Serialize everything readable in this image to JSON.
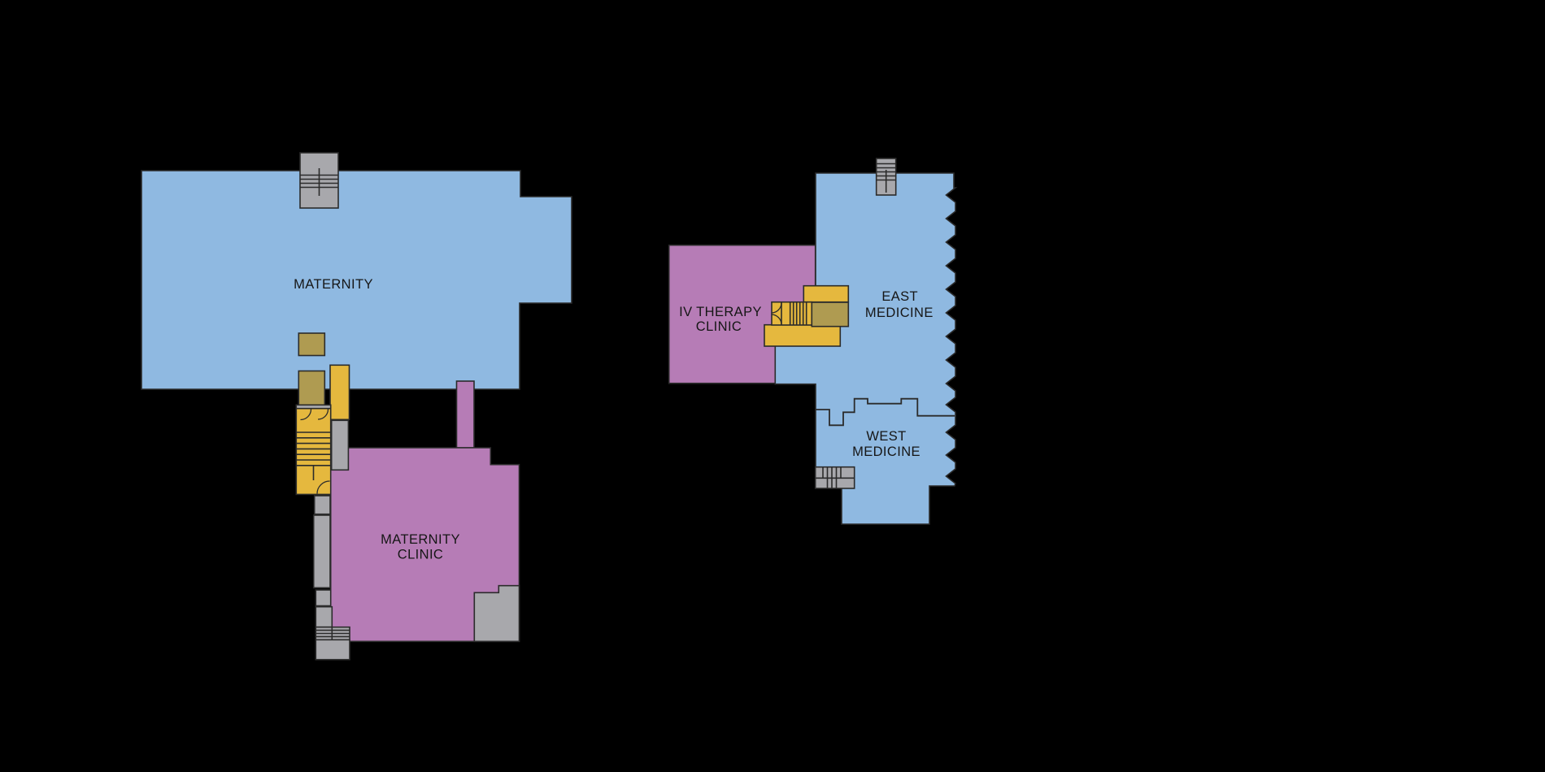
{
  "palette": {
    "background": "#000000",
    "ward_blue": "#8FB9E1",
    "clinic_purple": "#B67CB6",
    "stair_gold": "#E5B83E",
    "service_olive": "#AF9B51",
    "block_gray": "#A8A8AC",
    "outline": "#2B2B2B",
    "label_ink": "#161616"
  },
  "rooms": {
    "maternity": {
      "label": "MATERNITY"
    },
    "maternity_clinic": {
      "label_line1": "MATERNITY",
      "label_line2": "CLINIC"
    },
    "iv_therapy_clinic": {
      "label_line1": "IV THERAPY",
      "label_line2": "CLINIC"
    },
    "east_medicine": {
      "label_line1": "EAST",
      "label_line2": "MEDICINE"
    },
    "west_medicine": {
      "label_line1": "WEST",
      "label_line2": "MEDICINE"
    }
  },
  "features": {
    "stairwell_icons": [
      "maternity-north-stairwell",
      "maternity-central-stairwell",
      "maternity-south-stairwell",
      "medicine-north-stairwell",
      "iv-therapy-stairwell",
      "west-medicine-stairwell"
    ]
  }
}
